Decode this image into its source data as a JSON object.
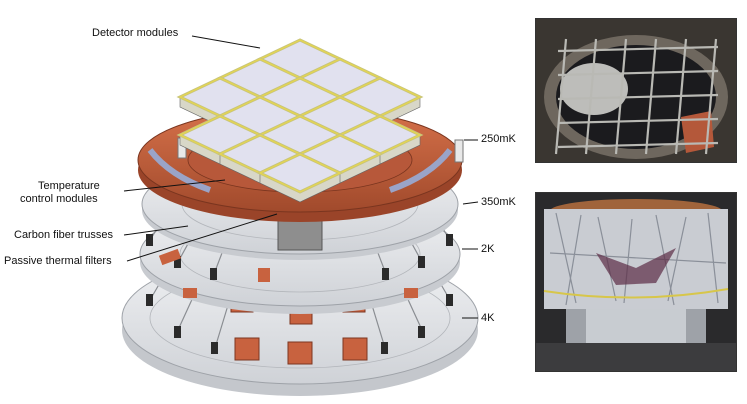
{
  "labels": {
    "detector_modules": "Detector modules",
    "temperature_control_line1": "Temperature",
    "temperature_control_line2": "control modules",
    "carbon_fiber_trusses": "Carbon fiber trusses",
    "passive_thermal_filters": "Passive thermal filters",
    "stage_250mk": "250mK",
    "stage_350mk": "350mK",
    "stage_2k": "2K",
    "stage_4k": "4K"
  },
  "colors": {
    "copper": "#c8623f",
    "copper_dark": "#8f3f25",
    "aluminum": "#e4e6ea",
    "aluminum_edge": "#b9bcc2",
    "detector_face": "#e1e1ef",
    "detector_frame": "#c9c57a",
    "yellow_trim": "#e9d84a"
  },
  "icons": {
    "top_photo": "focal-plane-photo-icon",
    "bottom_photo": "mli-wrapped-assembly-photo-icon"
  }
}
